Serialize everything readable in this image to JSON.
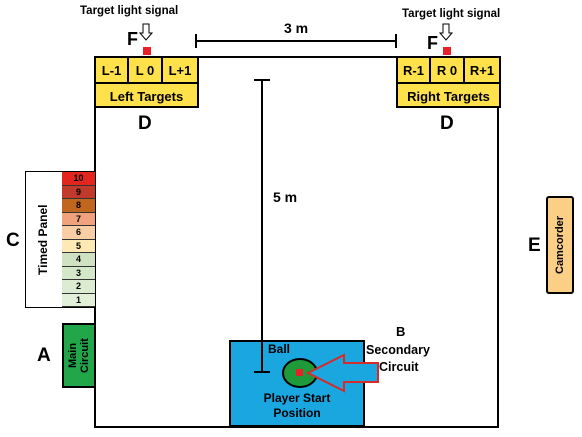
{
  "top_distance": "3 m",
  "vertical_distance": "5 m",
  "left_group": {
    "signal_label": "Target light signal",
    "signal_letter": "F",
    "cells": [
      "L-1",
      "L 0",
      "L+1"
    ],
    "caption": "Left Targets",
    "letter": "D"
  },
  "right_group": {
    "signal_label": "Target light signal",
    "signal_letter": "F",
    "cells": [
      "R-1",
      "R 0",
      "R+1"
    ],
    "caption": "Right Targets",
    "letter": "D"
  },
  "timed_panel": {
    "title": "Timed Panel",
    "letter": "C",
    "levels": [
      "10",
      "9",
      "8",
      "7",
      "6",
      "5",
      "4",
      "3",
      "2",
      "1"
    ],
    "level_colors": [
      "#e3261d",
      "#c0392b",
      "#c0661e",
      "#f0a27c",
      "#f8cfa5",
      "#fde9b3",
      "#cfe3c2",
      "#d3e8c8",
      "#dcecd2",
      "#e2f0da"
    ]
  },
  "main_circuit": {
    "label": "Main Circuit",
    "letter": "A"
  },
  "camcorder": {
    "label": "Camcorder",
    "letter": "E"
  },
  "start_zone": {
    "ball_label": "Ball",
    "title_line1": "Player Start",
    "title_line2": "Position"
  },
  "secondary": {
    "letter": "B",
    "line1": "Secondary",
    "line2": "Circuit"
  },
  "colors": {
    "target_yellow": "#ffe14b",
    "signal_red": "#e8202a",
    "main_green": "#22a64a",
    "ball_green": "#1e9a3a",
    "zone_blue": "#1aa6df",
    "cam_orange": "#fbd086",
    "arrow_red": "#d62b2b"
  }
}
